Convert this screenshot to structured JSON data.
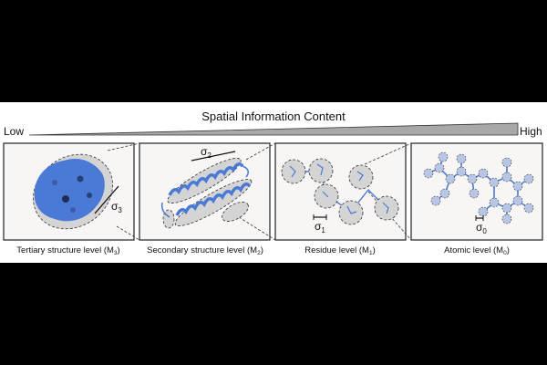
{
  "header": {
    "title": "Spatial Information Content",
    "low_label": "Low",
    "high_label": "High"
  },
  "panels": [
    {
      "caption_main": "Tertiary structure level (M",
      "caption_sub": "3",
      "caption_end": ")",
      "sigma": "σ",
      "sigma_sub": "3"
    },
    {
      "caption_main": "Secondary structure level (M",
      "caption_sub": "2",
      "caption_end": ")",
      "sigma": "σ",
      "sigma_sub": "2"
    },
    {
      "caption_main": "Residue level (M",
      "caption_sub": "1",
      "caption_end": ")",
      "sigma": "σ",
      "sigma_sub": "1"
    },
    {
      "caption_main": "Atomic level (M",
      "caption_sub": "0",
      "caption_end": ")",
      "sigma": "σ",
      "sigma_sub": "0"
    }
  ],
  "colors": {
    "background": "#000000",
    "panel": "#f8f5f5",
    "protein_blue": "#4a7ad6",
    "protein_dark": "#2a3f73",
    "coarse_grain_gray": "#cfcfcf",
    "wedge_gray": "#a8a8a8"
  }
}
